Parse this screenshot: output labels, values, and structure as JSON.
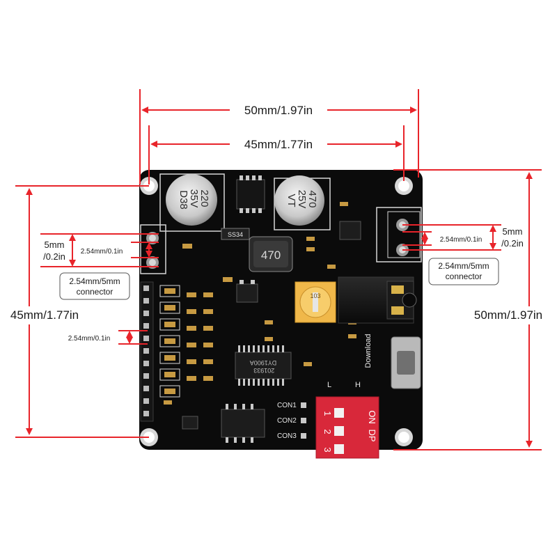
{
  "colors": {
    "dimension_red": "#e8242a",
    "pcb": "#0b0b0b",
    "dip_switch": "#d8283a",
    "pot": "#f0b84a",
    "text": "#1a1a1a"
  },
  "dimensions": {
    "outer_width": "50mm/1.97in",
    "hole_width": "45mm/1.77in",
    "left_height": "45mm/1.77in",
    "right_height": "50mm/1.97in",
    "left_pitch_big": "5mm\n/0.2in",
    "left_pitch_big_l1": "5mm",
    "left_pitch_big_l2": "/0.2in",
    "left_pitch_small": "2.54mm/0.1in",
    "left_connector_l1": "2.54mm/5mm",
    "left_connector_l2": "connector",
    "header_pitch": "2.54mm/0.1in",
    "right_pitch_small": "2.54mm/0.1in",
    "right_pitch_big_l1": "5mm",
    "right_pitch_big_l2": "/0.2in",
    "right_connector_l1": "2.54mm/5mm",
    "right_connector_l2": "connector"
  },
  "board": {
    "cap1_l1": "220",
    "cap1_l2": "35V",
    "cap1_l3": "D38",
    "cap2_l1": "470",
    "cap2_l2": "25V",
    "cap2_l3": "VT",
    "inductor": "470",
    "chip_main": "DY1900A",
    "chip_main_code": "201933",
    "download": "Download",
    "con1": "CON1",
    "con2": "CON2",
    "con3": "CON3",
    "switch_on": "ON",
    "switch_dp": "DP",
    "switch_1": "1",
    "switch_2": "2",
    "switch_3": "3",
    "l": "L",
    "h": "H",
    "ss34": "SS34",
    "pot_code": "103"
  }
}
